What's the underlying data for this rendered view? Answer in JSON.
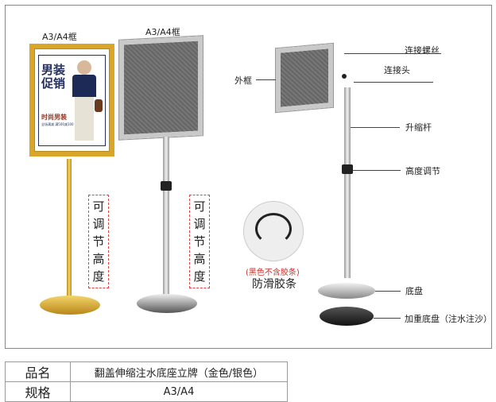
{
  "labels": {
    "frame_gold": "A3/A4框",
    "frame_silver": "A3/A4框",
    "adjustable_height": "可调节高度",
    "outer_frame": "外框",
    "screw": "连接螺丝",
    "connector": "连接头",
    "telescopic_rod": "升缩杆",
    "height_adjust": "高度调节",
    "base": "底盘",
    "weighted_base": "加重底盘（注水注沙）",
    "strip_note": "(黑色不含胶条)",
    "anti_slip_strip": "防滑胶条"
  },
  "poster": {
    "headline": "男装促销",
    "subline": "时尚男装",
    "promo": "全场满减 满500减100"
  },
  "spec_table": {
    "rows": [
      {
        "key": "品名",
        "value": "翻盖伸缩注水底座立牌（金色/银色）"
      },
      {
        "key": "规格",
        "value": "A3/A4"
      }
    ]
  },
  "colors": {
    "gold": "#d9a62a",
    "silver": "#c9c9c9",
    "note_red": "#d0302a"
  }
}
